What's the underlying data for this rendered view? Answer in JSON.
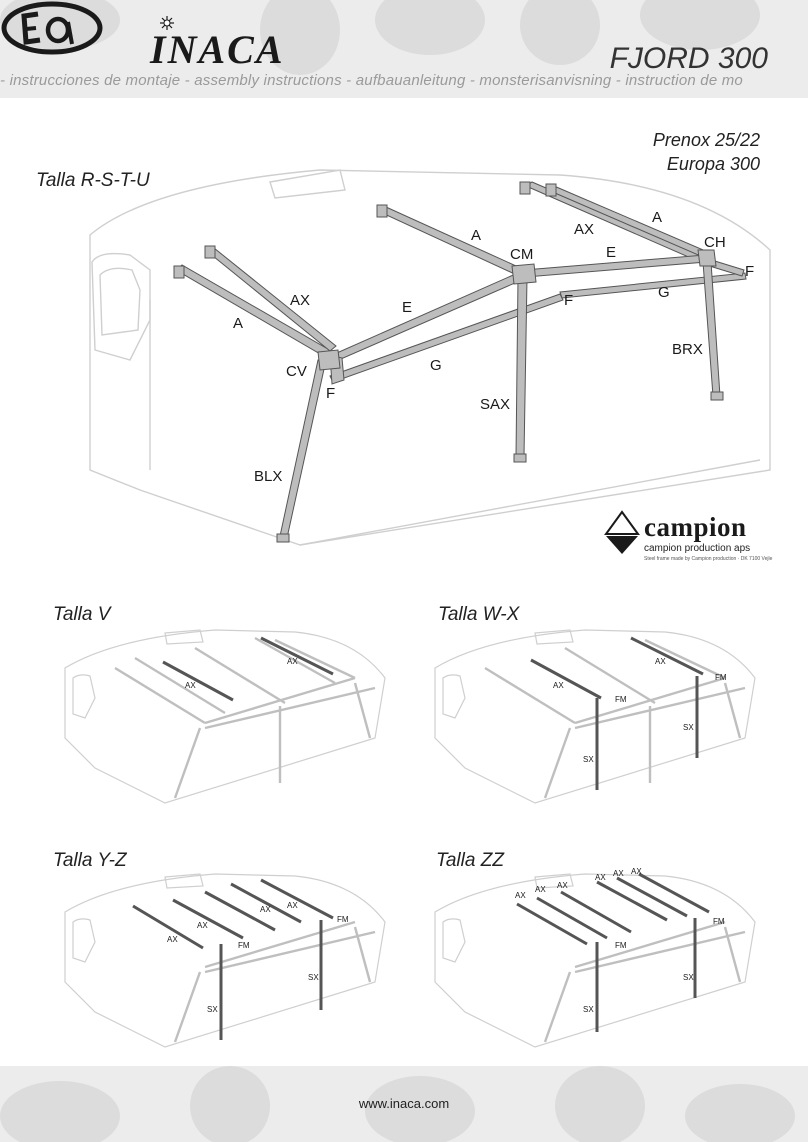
{
  "header": {
    "brand": "INACA",
    "model": "FJORD 300",
    "subtitle": "- instrucciones de montaje - assembly instructions - aufbauanleitung - monsterisanvisning - instruction de mo"
  },
  "frames": {
    "line1": "Prenox 25/22",
    "line2": "Europa 300"
  },
  "sections": {
    "main": "Talla R-S-T-U",
    "v": "Talla V",
    "wx": "Talla W-X",
    "yz": "Talla Y-Z",
    "zz": "Talla ZZ"
  },
  "parts": {
    "A": "A",
    "AX": "AX",
    "E": "E",
    "CM": "CM",
    "CH": "CH",
    "F": "F",
    "G": "G",
    "CV": "CV",
    "SAX": "SAX",
    "BRX": "BRX",
    "BLX": "BLX",
    "FM": "FM",
    "SX": "SX"
  },
  "campion": {
    "word": "campion",
    "sub": "campion production aps",
    "tiny": "Steel frame made by Campion production · DK 7100 Vejle"
  },
  "footer": {
    "url": "www.inaca.com"
  },
  "colors": {
    "band": "#ececec",
    "pole": "#bdbdbd",
    "pole_edge": "#555555",
    "outline": "#c8c8c8"
  }
}
